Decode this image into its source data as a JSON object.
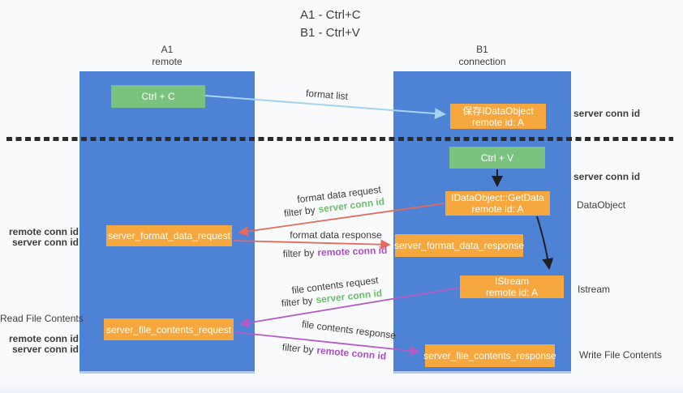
{
  "title": {
    "line1": "A1 - Ctrl+C",
    "line2": "B1 - Ctrl+V"
  },
  "lifelines": {
    "a1": {
      "name": "A1",
      "subtitle": "remote"
    },
    "b1": {
      "name": "B1",
      "subtitle": "connection"
    }
  },
  "nodes": {
    "ctrl_c": {
      "label": "Ctrl + C"
    },
    "ctrl_v": {
      "label": "Ctrl + V"
    },
    "save_dataobject": {
      "line1": "保存IDataObject",
      "line2": "remote id: A"
    },
    "getdata": {
      "line1": "IDataObject::GetData",
      "line2": "remote id: A"
    },
    "istream": {
      "line1": "IStream",
      "line2": "remote id: A"
    },
    "format_request": {
      "label": "server_format_data_request"
    },
    "format_response": {
      "label": "server_format_data_response"
    },
    "file_request": {
      "label": "server_file_contents_request"
    },
    "file_response": {
      "label": "server_file_contents_response"
    }
  },
  "arrows": {
    "format_list": {
      "label": "format list"
    },
    "format_data_request": {
      "label": "format data request",
      "filter_prefix": "filter by",
      "filter_key": "server conn id"
    },
    "format_data_response": {
      "label": "format data response",
      "filter_prefix": "filter by",
      "filter_key": "remote conn id"
    },
    "file_contents_request": {
      "label": "file contents request",
      "filter_prefix": "filter by",
      "filter_key": "server conn id"
    },
    "file_contents_response": {
      "label": "file contents response",
      "filter_prefix": "filter by",
      "filter_key": "remote conn id"
    }
  },
  "annotations": {
    "right": {
      "server_conn_id_top": "server conn id",
      "server_conn_id_mid": "server conn id",
      "dataobject": "DataObject",
      "istream": "Istream",
      "write_file_contents": "Write File Contents"
    },
    "left": {
      "remote_conn_id_top": "remote conn id",
      "server_conn_id_top": "server conn id",
      "read_file_contents": "Read File Contents",
      "remote_conn_id_bottom": "remote conn id",
      "server_conn_id_bottom": "server conn id"
    }
  },
  "colors": {
    "lifeline_blue": "#4e82d5",
    "action_green": "#79c37e",
    "message_orange": "#f6a73e",
    "request_red": "#e6695c",
    "transfer_purple": "#b55bc5",
    "format_list_blue": "#a6d3ef",
    "black_arrow": "#1f1f1f",
    "conn_green_text": "#6cbf6b",
    "conn_purple_text": "#ab4ec6",
    "text_dark": "#3d3d3d"
  }
}
